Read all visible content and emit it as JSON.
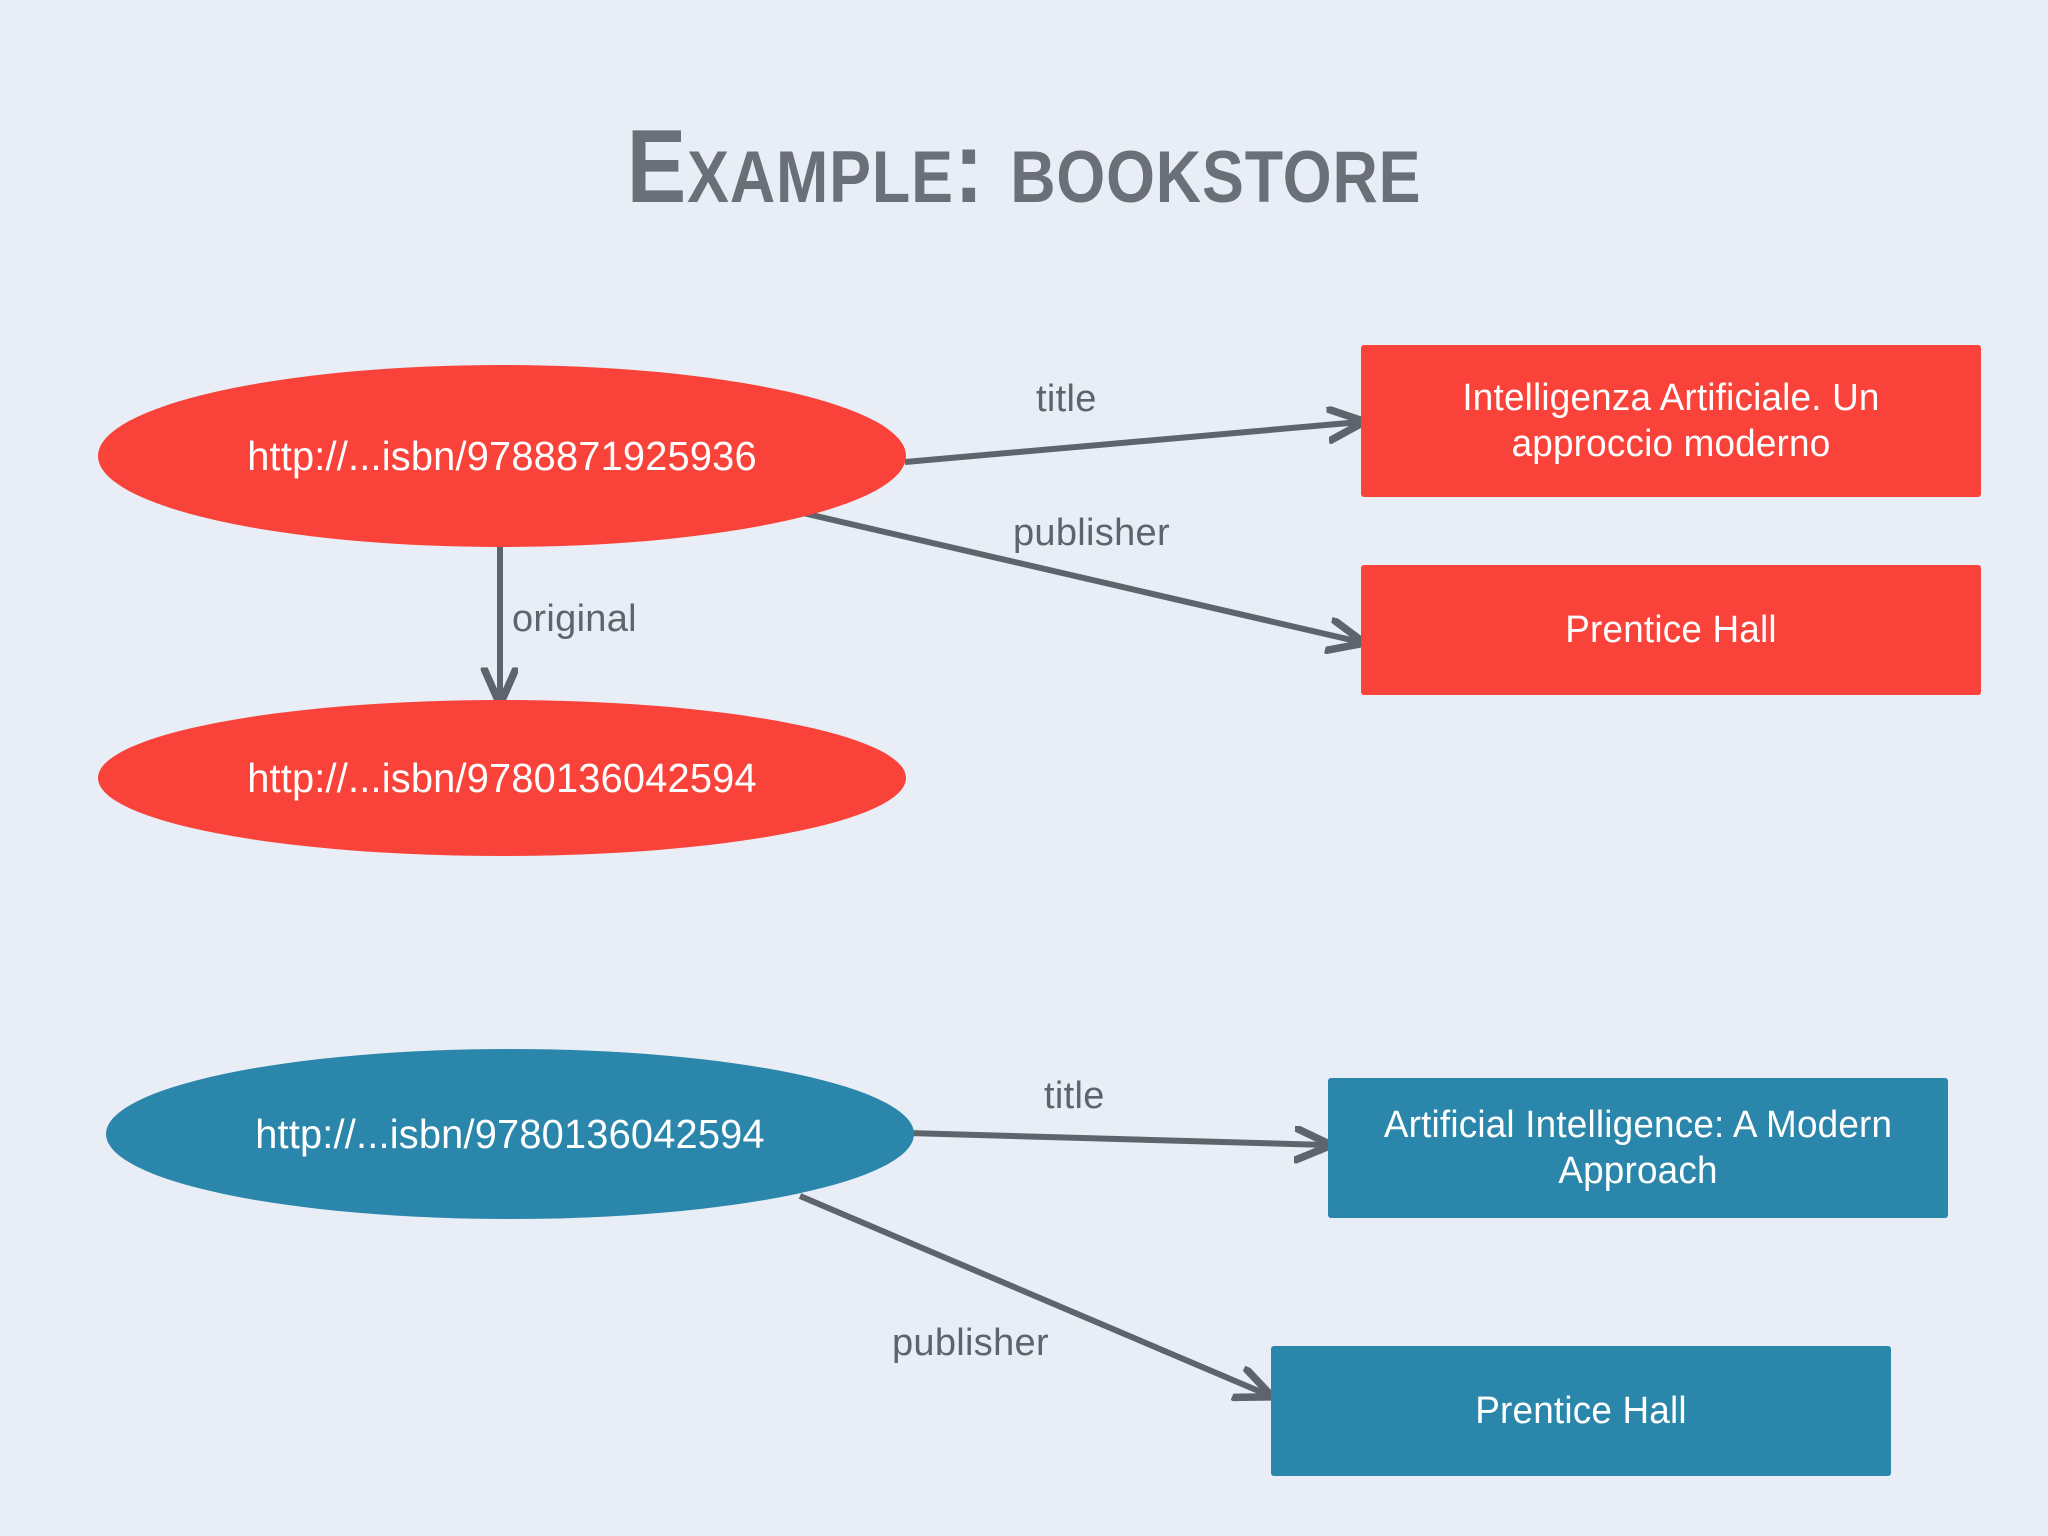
{
  "slide": {
    "title": "Example: bookstore",
    "background_color": "#e9edf5",
    "title_color": "#6b7078"
  },
  "colors": {
    "red": "#f9423a",
    "blue": "#2b86ab",
    "edge": "#5d646c",
    "node_text": "#ffffff",
    "label_text": "#5d646c"
  },
  "graphs": [
    {
      "name": "italian-edition-graph",
      "color": "#f9423a",
      "subject": {
        "shape": "ellipse",
        "label": "http://...isbn/9788871925936"
      },
      "objects": [
        {
          "shape": "rect",
          "label": "Intelligenza Artificiale. Un approccio moderno"
        },
        {
          "shape": "rect",
          "label": "Prentice Hall"
        },
        {
          "shape": "ellipse",
          "label": "http://...isbn/9780136042594"
        }
      ],
      "edges": [
        {
          "label": "title"
        },
        {
          "label": "publisher"
        },
        {
          "label": "original"
        }
      ]
    },
    {
      "name": "english-edition-graph",
      "color": "#2b86ab",
      "subject": {
        "shape": "ellipse",
        "label": "http://...isbn/9780136042594"
      },
      "objects": [
        {
          "shape": "rect",
          "label": "Artificial Intelligence: A Modern Approach"
        },
        {
          "shape": "rect",
          "label": "Prentice Hall"
        }
      ],
      "edges": [
        {
          "label": "title"
        },
        {
          "label": "publisher"
        }
      ]
    }
  ]
}
